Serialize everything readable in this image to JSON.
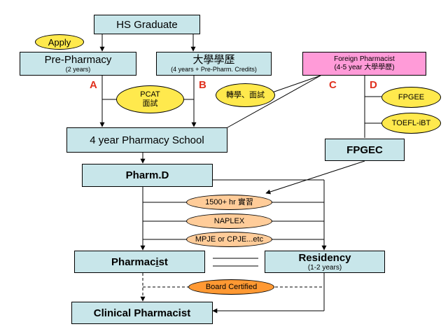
{
  "boxes": {
    "hs_graduate": {
      "title": "HS Graduate"
    },
    "pre_pharmacy": {
      "title": "Pre-Pharmacy",
      "sub": "(2 years)"
    },
    "university": {
      "title": "大學學歷",
      "sub": "(4 years + Pre-Pharm. Credits)"
    },
    "foreign": {
      "title": "Foreign Pharmacist",
      "sub": "(4-5 year 大學學歷)"
    },
    "pharmacy_school": {
      "title": "4 year Pharmacy School"
    },
    "fpgec": {
      "title": "FPGEC"
    },
    "pharmd": {
      "title": "Pharm.D"
    },
    "pharmacist": {
      "title_a": "Pharmac",
      "title_b": "i",
      "title_c": "st"
    },
    "residency": {
      "title": "Residency",
      "sub": "(1-2 years)"
    },
    "clinical": {
      "title": "Clinical Pharmacist"
    }
  },
  "ovals": {
    "apply": "Apply",
    "pcat": {
      "line1": "PCAT",
      "line2": "面試"
    },
    "transfer": "轉學、面試",
    "fpgee": "FPGEE",
    "toefl": "TOEFL-iBT",
    "hours": "1500+ hr 實習",
    "naplex": "NAPLEX",
    "mpje": "MPJE or CPJE...etc",
    "board": "Board Certified"
  },
  "paths": {
    "a": "A",
    "b": "B",
    "c": "C",
    "d": "D"
  },
  "colors": {
    "box_fill": "#c8e6ea",
    "foreign_fill": "#ff9bd8",
    "oval_yellow": "#ffe94d",
    "oval_peach": "#ffcc99",
    "oval_orange": "#ff9933",
    "path_letter": "#e0301e"
  }
}
